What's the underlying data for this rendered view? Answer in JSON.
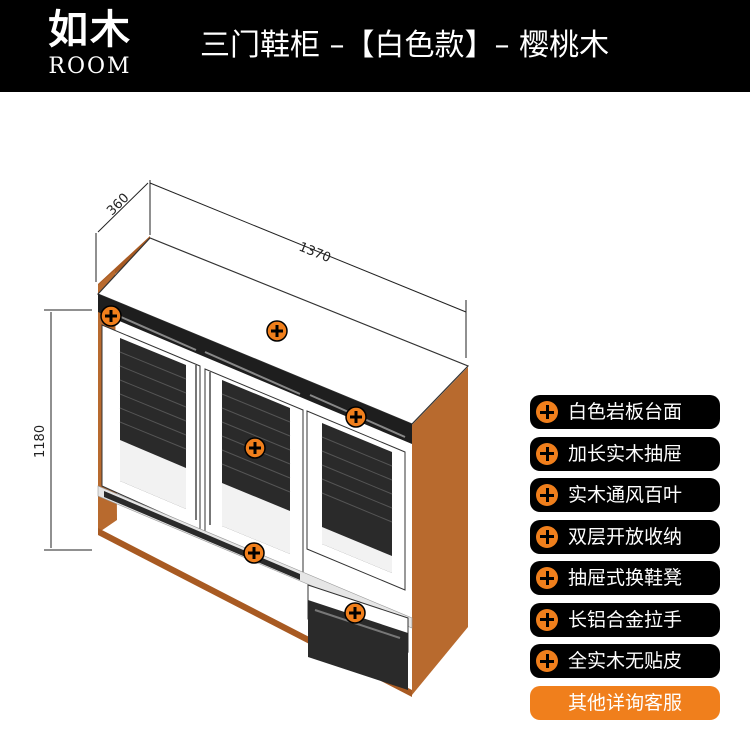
{
  "brand": {
    "name_cn": "如木",
    "name_en": "ROOM"
  },
  "title": "三门鞋柜 –【白色款】– 樱桃木",
  "dimensions": {
    "depth": "360",
    "width": "1370",
    "height": "1180"
  },
  "features": [
    "白色岩板台面",
    "加长实木抽屉",
    "实木通风百叶",
    "双层开放收纳",
    "抽屉式换鞋凳",
    "长铝合金拉手",
    "全实木无贴皮"
  ],
  "consult_button": "其他详询客服",
  "colors": {
    "accent": "#f07f1c",
    "wood": "#b86a2e",
    "panel_white": "#ffffff",
    "dark": "#111111"
  },
  "icons": {
    "hotspot": "plus-icon"
  }
}
